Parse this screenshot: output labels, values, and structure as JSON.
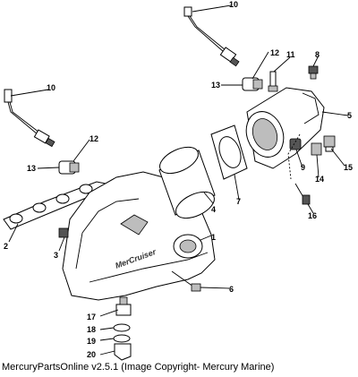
{
  "caption": "MercuryPartsOnline v2.5.1 (Image Copyright- Mercury Marine)",
  "callouts": {
    "c1": "1",
    "c2": "2",
    "c3": "3",
    "c4": "4",
    "c5": "5",
    "c6": "6",
    "c7": "7",
    "c8": "8",
    "c9": "9",
    "c10a": "10",
    "c10b": "10",
    "c11": "11",
    "c12a": "12",
    "c12b": "12",
    "c13a": "13",
    "c13b": "13",
    "c14": "14",
    "c15": "15",
    "c16": "16",
    "c17": "17",
    "c18": "18",
    "c19": "19",
    "c20": "20"
  },
  "logo_text": "MerCruiser"
}
